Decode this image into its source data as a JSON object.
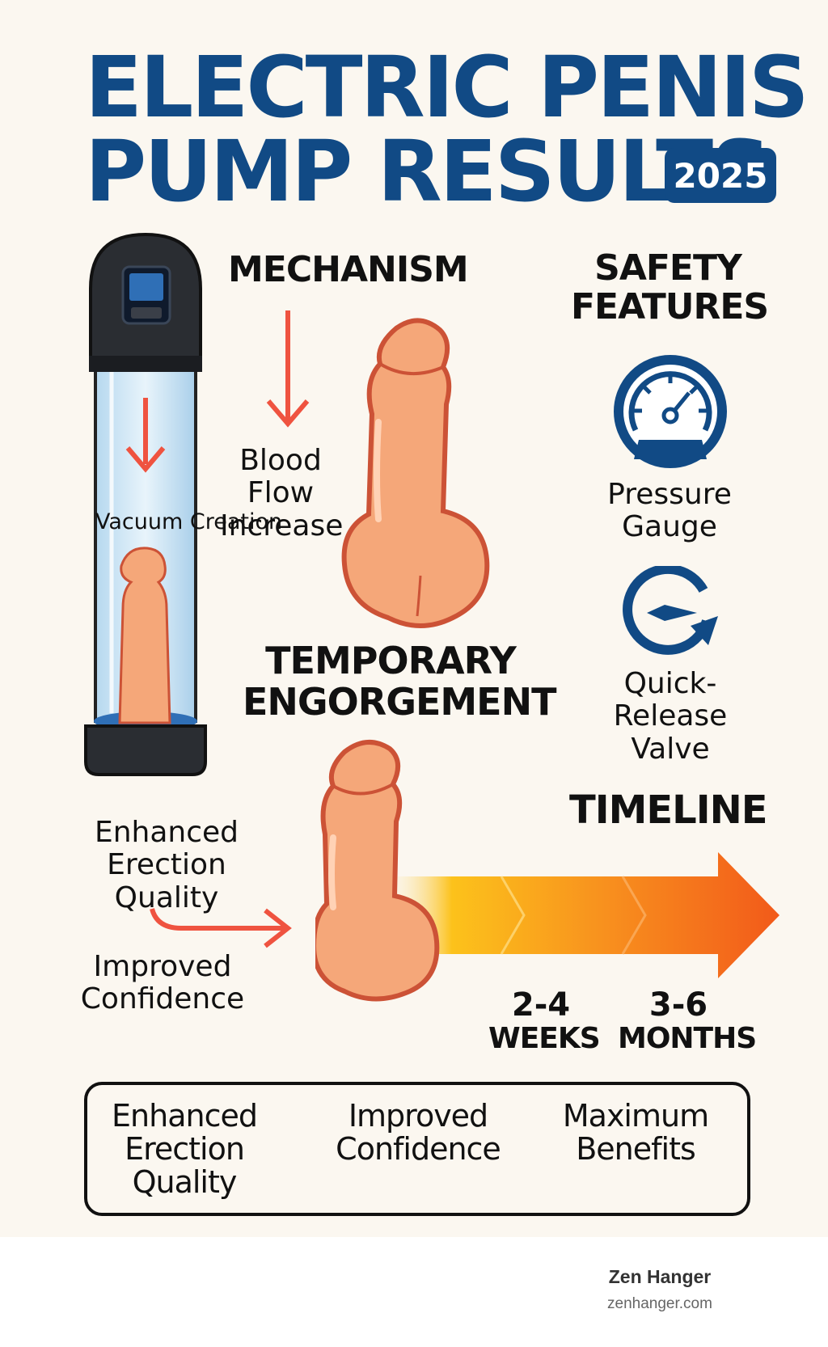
{
  "header": {
    "title_line1": "ELECTRIC PENIS",
    "title_line2": "PUMP RESULTS",
    "year_badge": "2025"
  },
  "mechanism": {
    "heading": "MECHANISM",
    "vacuum_label": "Vacuum Creation",
    "blood_flow_label": "Blood Flow Increase"
  },
  "safety": {
    "heading": "SAFETY FEATURES",
    "gauge_label": "Pressure Gauge",
    "valve_label": "Quick-Release Valve"
  },
  "engorgement": {
    "heading": "TEMPORARY ENGORGEMENT",
    "enhanced_label": "Enhanced Erection Quality",
    "confidence_label": "Improved Confidence"
  },
  "timeline": {
    "heading": "TIMELINE",
    "marks": [
      {
        "value": "2-4",
        "unit": "WEEKS"
      },
      {
        "value": "3-6",
        "unit": "MONTHS"
      }
    ]
  },
  "summary": {
    "items": [
      "Enhanced Erection Quality",
      "Improved Confidence",
      "Maximum Benefits"
    ]
  },
  "footer": {
    "brand": "Zen Hanger",
    "url": "zenhanger.com"
  },
  "colors": {
    "title_blue": "#114a85",
    "arrow_red": "#ef5340",
    "skin": "#f5a779",
    "skin_outline": "#cc5236",
    "timeline_yellow": "#fcc21b",
    "timeline_orange": "#f4661e",
    "background": "#fbf7f0"
  },
  "icons": [
    "pump-device-icon",
    "pressure-gauge-icon",
    "quick-release-valve-icon",
    "down-arrow-icon",
    "right-arrow-icon",
    "timeline-arrow-icon"
  ]
}
